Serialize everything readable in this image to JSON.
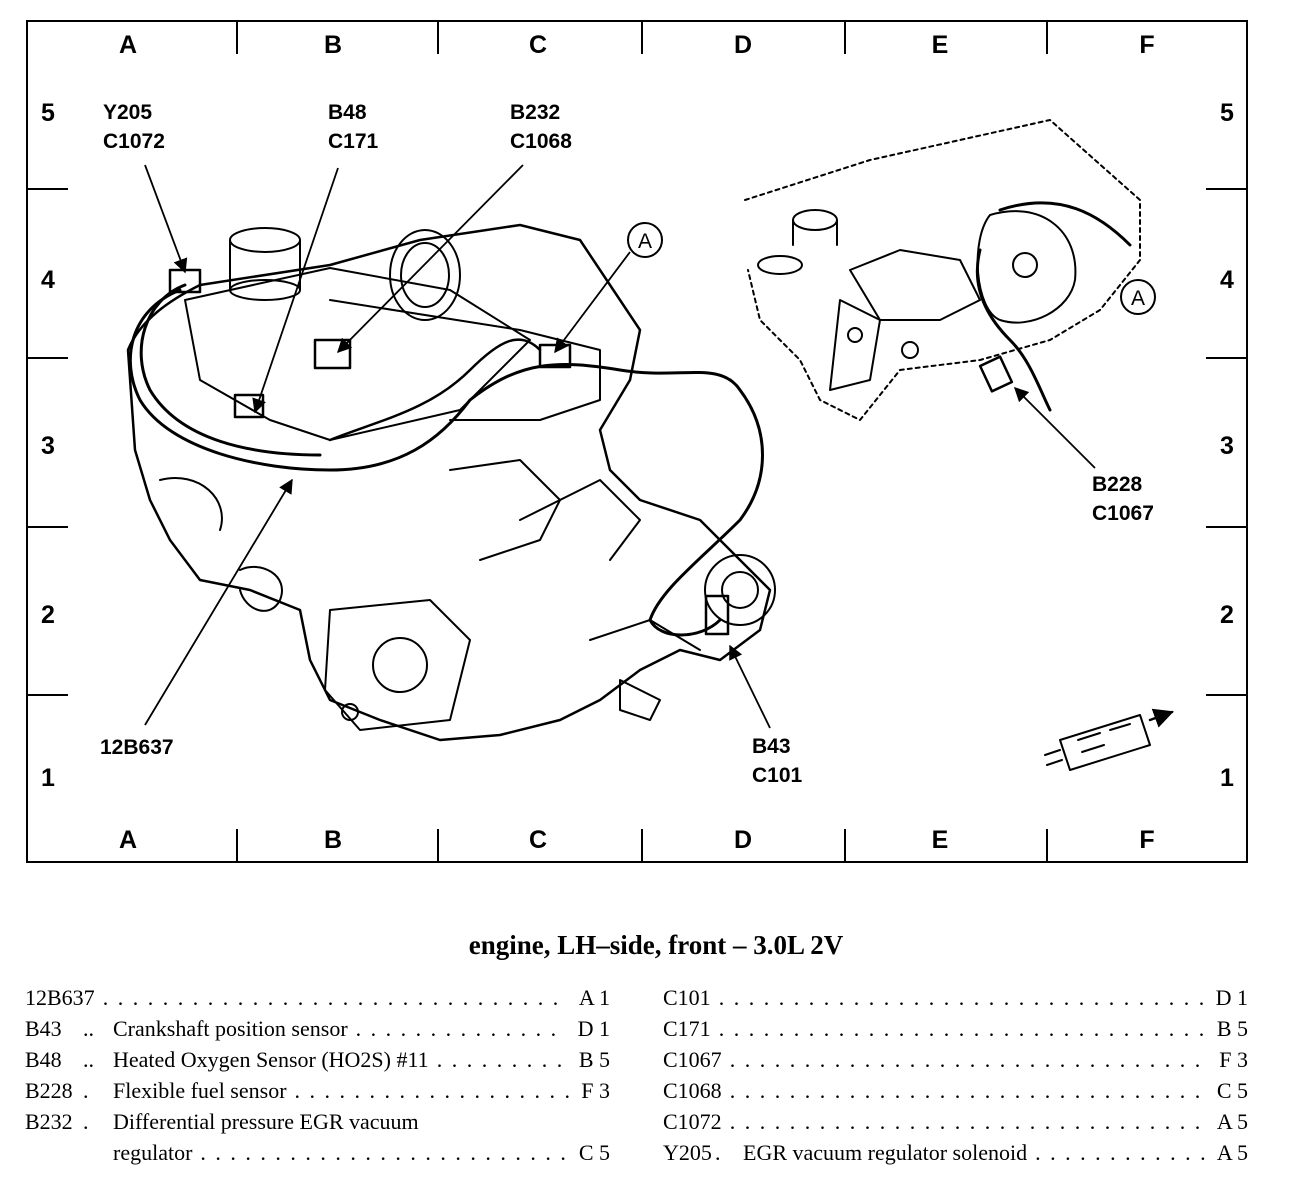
{
  "grid": {
    "columns": [
      "A",
      "B",
      "C",
      "D",
      "E",
      "F"
    ],
    "rows": [
      "5",
      "4",
      "3",
      "2",
      "1"
    ]
  },
  "callouts": {
    "y205": {
      "line1": "Y205",
      "line2": "C1072"
    },
    "b48": {
      "line1": "B48",
      "line2": "C171"
    },
    "b232": {
      "line1": "B232",
      "line2": "C1068"
    },
    "b228": {
      "line1": "B228",
      "line2": "C1067"
    },
    "b43": {
      "line1": "B43",
      "line2": "C101"
    },
    "harness": {
      "line1": "12B637"
    },
    "view_a_main": "A",
    "view_a_detail": "A"
  },
  "title": "engine, LH–side, front – 3.0L 2V",
  "left_list": [
    {
      "code": "12B637",
      "sep": "",
      "desc": "",
      "loc": "A 1"
    },
    {
      "code": "B43",
      "sep": "..",
      "desc": "Crankshaft position sensor",
      "loc": "D 1"
    },
    {
      "code": "B48",
      "sep": "..",
      "desc": "Heated Oxygen Sensor (HO2S) #11",
      "loc": "B 5"
    },
    {
      "code": "B228",
      "sep": ".",
      "desc": "Flexible fuel sensor",
      "loc": "F 3"
    },
    {
      "code": "B232",
      "sep": ".",
      "desc": "Differential pressure EGR vacuum",
      "loc": ""
    },
    {
      "code": "",
      "sep": "",
      "desc": "regulator",
      "loc": "C 5"
    }
  ],
  "right_list": [
    {
      "code": "C101",
      "sep": "",
      "desc": "",
      "loc": "D 1"
    },
    {
      "code": "C171",
      "sep": "",
      "desc": "",
      "loc": "B 5"
    },
    {
      "code": "C1067",
      "sep": "",
      "desc": "",
      "loc": "F 3"
    },
    {
      "code": "C1068",
      "sep": "",
      "desc": "",
      "loc": "C 5"
    },
    {
      "code": "C1072",
      "sep": "",
      "desc": "",
      "loc": "A 5"
    },
    {
      "code": "Y205",
      "sep": ".",
      "desc": "EGR vacuum regulator solenoid",
      "loc": "A 5"
    }
  ]
}
